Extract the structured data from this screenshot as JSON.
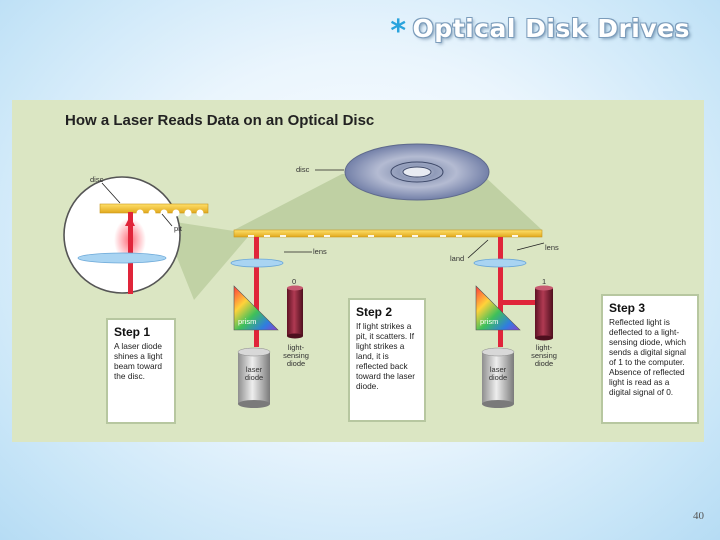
{
  "slide": {
    "title": "Optical Disk Drives",
    "page_number": "40"
  },
  "diagram": {
    "title": "How a Laser Reads Data on an Optical Disc",
    "labels": {
      "disc_top": "disc",
      "disc_inset": "disc",
      "pit": "pit",
      "lens_left": "lens",
      "lens_right": "lens",
      "land": "land",
      "zero": "0",
      "one": "1",
      "prism_left": "prism",
      "prism_right": "prism",
      "sensor_left": "light-sensing diode",
      "sensor_right": "light-sensing diode",
      "laser_left": "laser diode",
      "laser_right": "laser diode"
    },
    "steps": [
      {
        "title": "Step 1",
        "text": "A laser diode shines a light beam toward the disc."
      },
      {
        "title": "Step 2",
        "text": "If light strikes a pit, it scatters. If light strikes a land, it is reflected back toward the laser diode."
      },
      {
        "title": "Step 3",
        "text": "Reflected light is deflected to a light-sensing diode, which sends a digital signal of 1 to the computer. Absence of reflected light is read as a digital signal of 0."
      }
    ]
  }
}
